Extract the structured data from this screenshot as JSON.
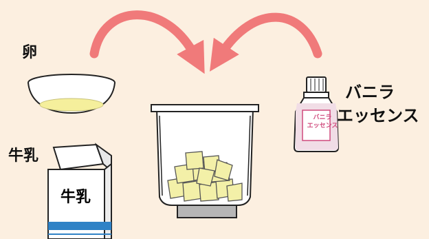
{
  "labels": {
    "egg": "卵",
    "milk": "牛乳",
    "vanilla_line1": "バニラ",
    "vanilla_line2": "エッセンス"
  },
  "package_text": {
    "milk_carton": "牛乳",
    "bottle_line1": "バニラ",
    "bottle_line2": "エッセンス"
  },
  "colors": {
    "background": "#fcefe0",
    "arrow": "#f07a7a",
    "butter": "#f3f0a8",
    "egg_yolk": "#f5ef9c",
    "carton_stripe": "#2f82c6",
    "bottle_liquid": "#f1dde6",
    "bottle_text": "#d04b7d"
  },
  "icons": {
    "left_arrow": "curved-arrow-down-right",
    "right_arrow": "curved-arrow-down-left",
    "bowl": "mixing-bowl-with-egg",
    "pan": "bread-machine-pan-with-butter",
    "carton": "milk-carton",
    "bottle": "vanilla-essence-bottle"
  }
}
